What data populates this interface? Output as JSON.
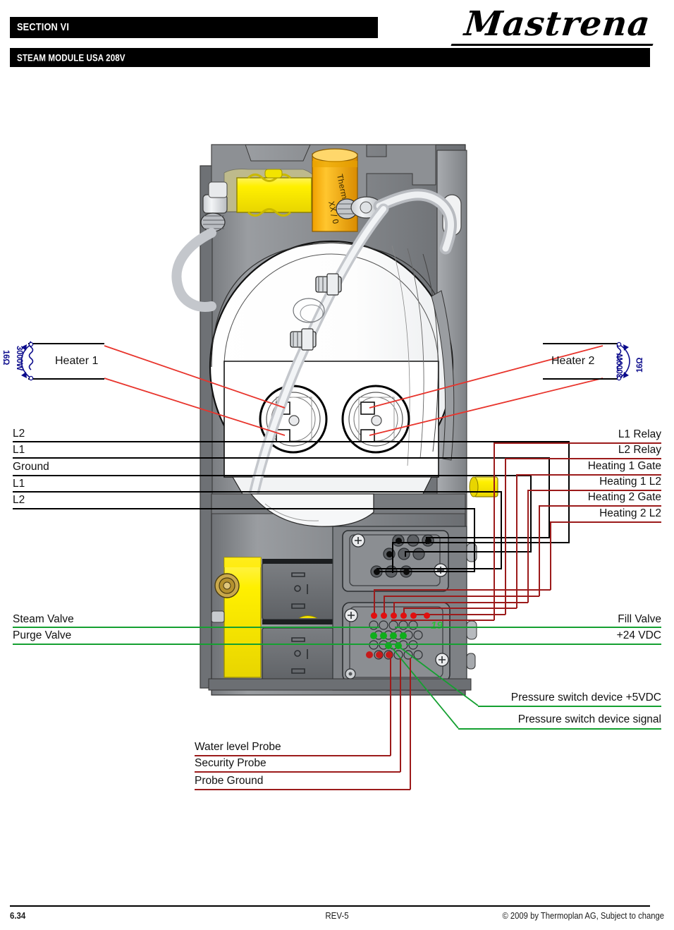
{
  "header": {
    "section": "SECTION VI",
    "subtitle": "STEAM MODULE USA 208V",
    "brand": "Mastrena"
  },
  "footer": {
    "page": "6.34",
    "revision": "REV-5",
    "copyright": "© 2009 by Thermoplan AG, Subject to change"
  },
  "heaters": [
    {
      "name": "Heater 1",
      "power": "3000W",
      "resistance": "16Ω"
    },
    {
      "name": "Heater 2",
      "power": "3000W",
      "resistance": "16Ω"
    }
  ],
  "labels_left_power": [
    {
      "text": "L2"
    },
    {
      "text": "L1"
    },
    {
      "text": "Ground"
    },
    {
      "text": "L1"
    },
    {
      "text": "L2"
    }
  ],
  "labels_right_control": [
    {
      "text": "L1 Relay"
    },
    {
      "text": "L2 Relay"
    },
    {
      "text": "Heating 1 Gate"
    },
    {
      "text": "Heating 1 L2"
    },
    {
      "text": "Heating 2 Gate"
    },
    {
      "text": "Heating 2 L2"
    }
  ],
  "labels_left_valves": [
    {
      "text": "Steam Valve"
    },
    {
      "text": "Purge Valve"
    }
  ],
  "labels_right_valves": [
    {
      "text": "Fill Valve"
    },
    {
      "text": "+24 VDC"
    }
  ],
  "labels_right_sensors": [
    {
      "text": "Pressure switch device +5VDC"
    },
    {
      "text": "Pressure switch device signal"
    }
  ],
  "labels_bottom_probes": [
    {
      "text": "Water level Probe"
    },
    {
      "text": "Security Probe"
    },
    {
      "text": "Probe Ground"
    }
  ],
  "diagram": {
    "connector_mark": "19",
    "component_label": "Thermo XX / 0"
  },
  "colors": {
    "power_line": "#000000",
    "heater_line": "#e8342c",
    "control_line": "#9c1b1b",
    "valve_line": "#15a031",
    "coil": "#0b0b8c",
    "housing": "#8a8d90",
    "solenoid": "#ffef00"
  }
}
